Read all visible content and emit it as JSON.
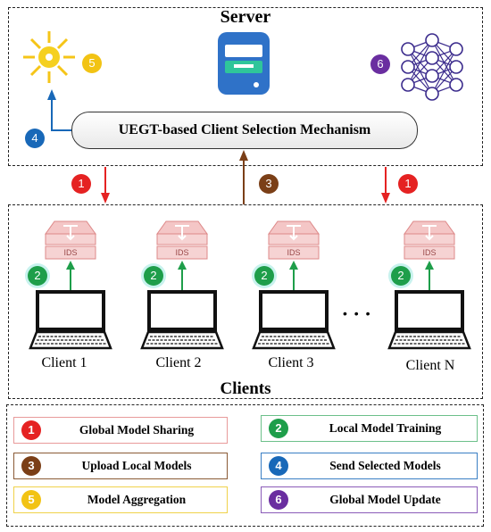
{
  "server": {
    "title": "Server",
    "mechanism_label": "UEGT-based Client Selection Mechanism",
    "badges": {
      "aggregation": "5",
      "update": "6",
      "send": "4"
    }
  },
  "flow_badges": {
    "left_share": "1",
    "upload": "3",
    "right_share": "1"
  },
  "clients": {
    "title": "Clients",
    "ids_label": "IDS",
    "training_badge": "2",
    "ellipsis": "• • •",
    "items": [
      {
        "label": "Client 1"
      },
      {
        "label": "Client 2"
      },
      {
        "label": "Client 3"
      },
      {
        "label": "Client N"
      }
    ]
  },
  "legend": [
    {
      "num": "1",
      "label": "Global Model  Sharing",
      "color": "#e52222",
      "border": "#e89a9a"
    },
    {
      "num": "2",
      "label": "Local Model Training",
      "color": "#1e9e4a",
      "border": "#6cc08a"
    },
    {
      "num": "3",
      "label": "Upload Local Models",
      "color": "#7b3f17",
      "border": "#8a5a35"
    },
    {
      "num": "4",
      "label": "Send Selected Models",
      "color": "#1868b8",
      "border": "#3a7fc4"
    },
    {
      "num": "5",
      "label": "Model Aggregation",
      "color": "#f2c314",
      "border": "#f0d24a"
    },
    {
      "num": "6",
      "label": "Global Model Update",
      "color": "#6a2ea0",
      "border": "#8a5bb8"
    }
  ],
  "colors": {
    "red": "#e52222",
    "green": "#1e9e4a",
    "brown": "#7b3f17",
    "blue": "#1868b8",
    "yellow": "#f2c314",
    "purple": "#6a2ea0"
  }
}
